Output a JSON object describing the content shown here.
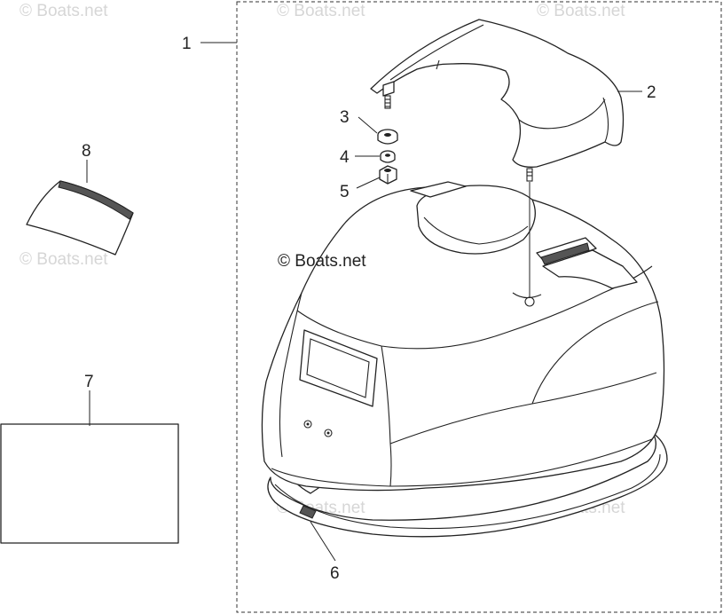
{
  "copyright": "© Boats.net",
  "watermark": "© Boats.net",
  "callouts": {
    "c1": "1",
    "c2": "2",
    "c3": "3",
    "c4": "4",
    "c5": "5",
    "c6": "6",
    "c7": "7",
    "c8": "8"
  }
}
